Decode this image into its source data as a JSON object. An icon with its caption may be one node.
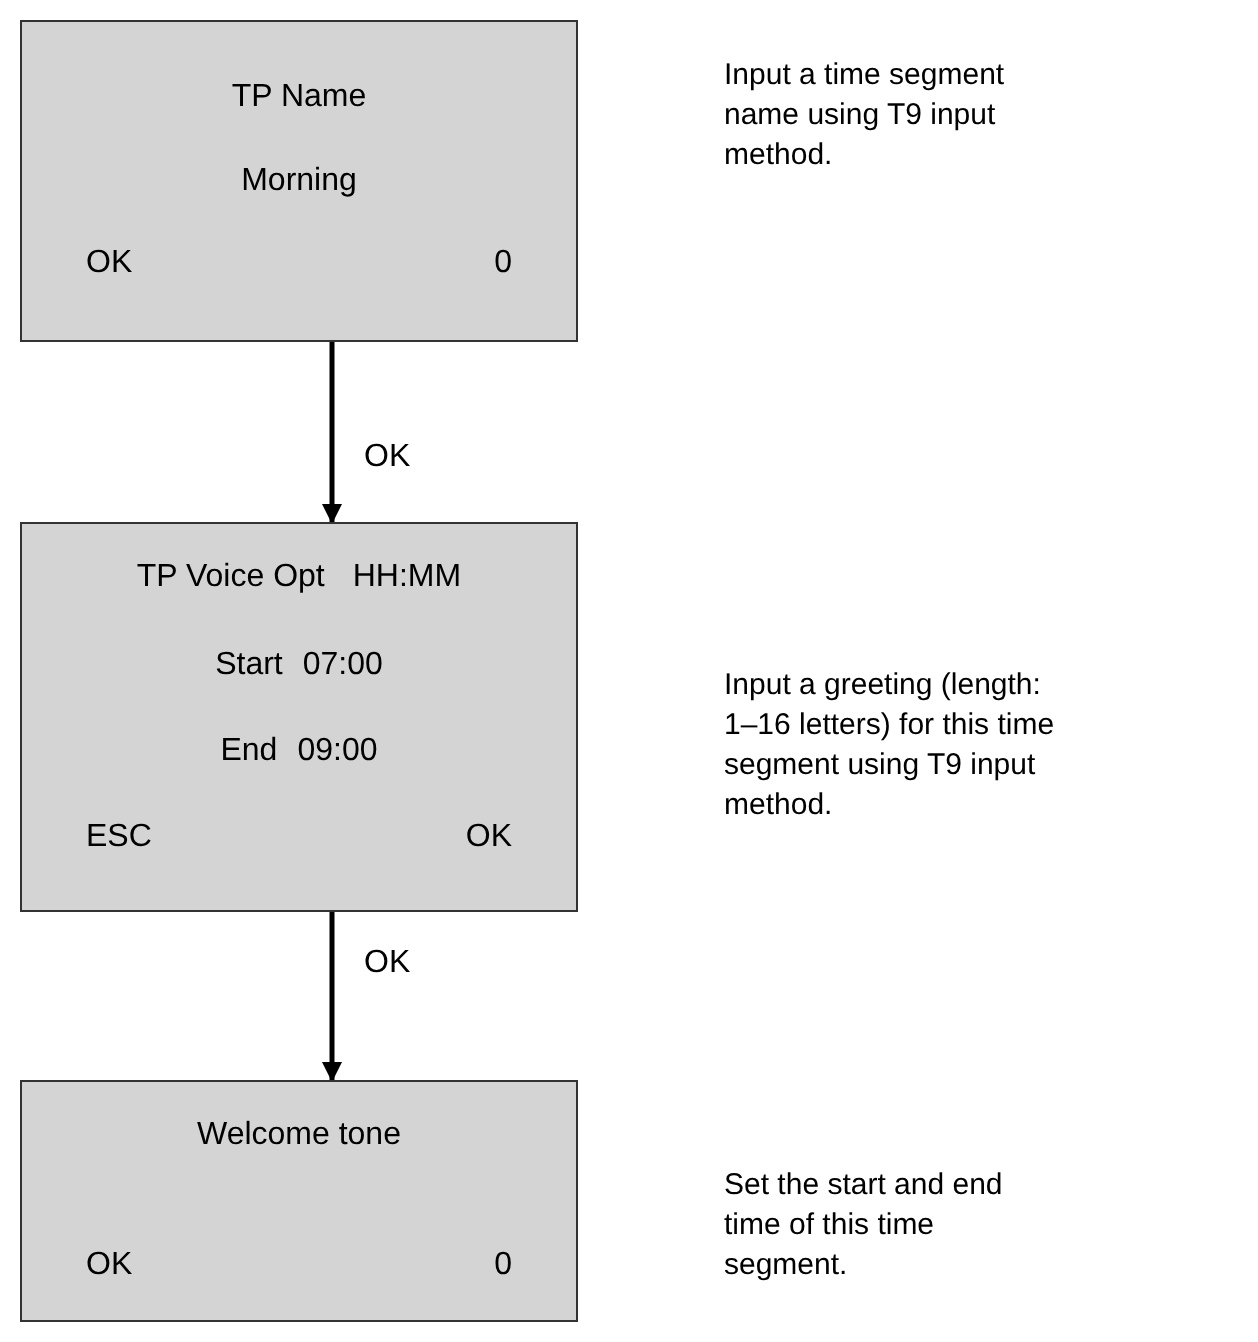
{
  "diagram": {
    "nodes": [
      {
        "text": [
          "TP Name",
          "Morning",
          "OK",
          "0"
        ]
      },
      {
        "text": [
          "TP Voice Opt",
          "HH:MM",
          "Start",
          "07:00",
          "End",
          "09:00",
          "ESC",
          "OK"
        ]
      },
      {
        "text": [
          "Welcome tone",
          "OK",
          "0"
        ]
      }
    ],
    "edges": [
      {
        "from": 0,
        "to": 1,
        "arrow": "to",
        "label": "OK"
      },
      {
        "from": 1,
        "to": 2,
        "arrow": "to",
        "label": "OK"
      }
    ],
    "labels": [
      "Input a time segment name using T9 input method.",
      "Input a greeting (length: 1–16 letters) for this time segment using T9 input method.",
      "Set the start and end time of this time segment."
    ]
  }
}
